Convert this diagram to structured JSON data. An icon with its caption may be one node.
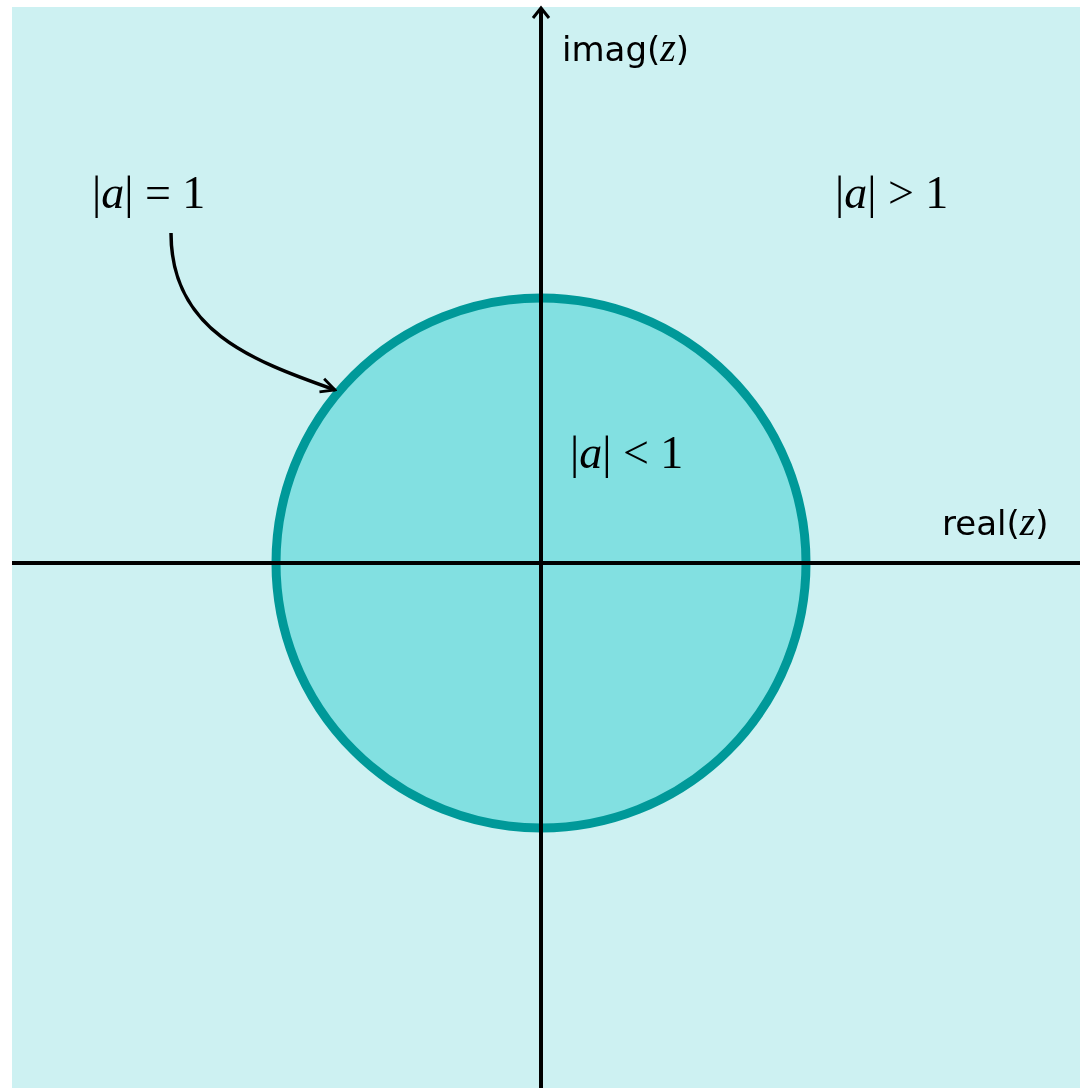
{
  "diagram": {
    "nodes": [
      {
        "text": [
          "|*a*| = 1"
        ]
      },
      {
        "text": [],
        "shape": "circle"
      }
    ],
    "edges": [
      {
        "from": 0,
        "to": 1,
        "arrow": "to"
      }
    ],
    "labels": [
      "imag(*z*)",
      "|*a*| > 1",
      "|*a*| < 1",
      "real(*z*)"
    ]
  }
}
